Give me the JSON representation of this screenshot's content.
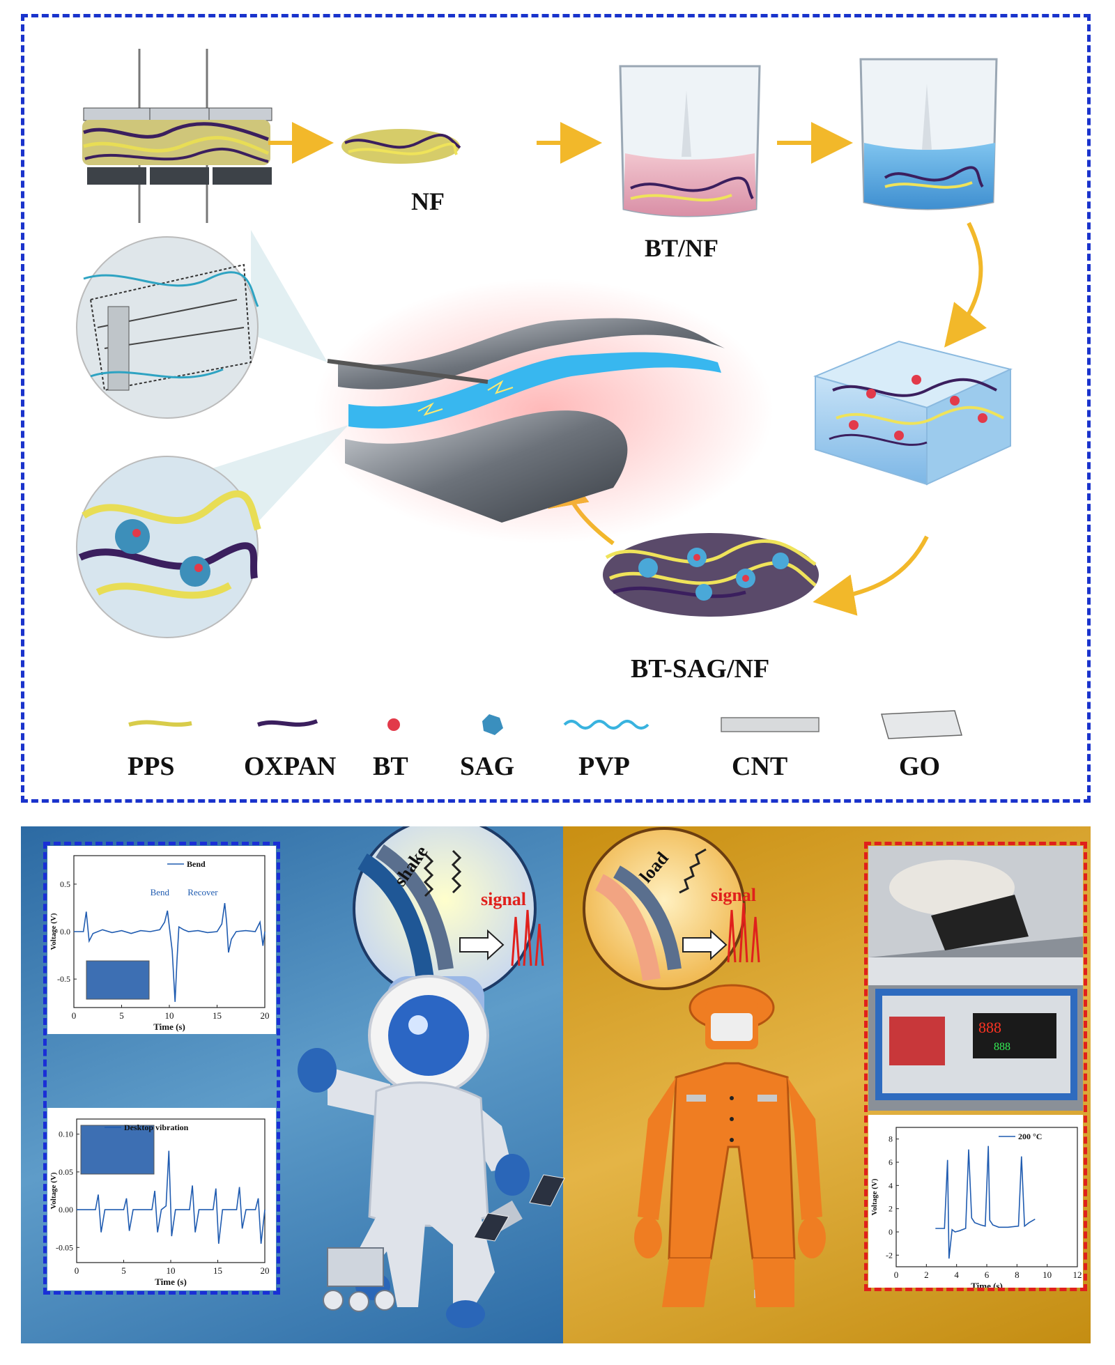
{
  "process": {
    "labels": {
      "nf": "NF",
      "bt_nf": "BT/NF",
      "bt_sag_nf": "BT-SAG/NF"
    }
  },
  "legend": [
    {
      "label": "PPS",
      "icon": "yellow-fiber-icon"
    },
    {
      "label": "OXPAN",
      "icon": "purple-fiber-icon"
    },
    {
      "label": "BT",
      "icon": "red-sphere-icon"
    },
    {
      "label": "SAG",
      "icon": "blue-gel-icon"
    },
    {
      "label": "PVP",
      "icon": "cyan-wave-icon"
    },
    {
      "label": "CNT",
      "icon": "nanotube-icon"
    },
    {
      "label": "GO",
      "icon": "graphene-sheet-icon"
    }
  ],
  "scenes": {
    "left_bubble": {
      "motion": "shake",
      "output": "signal"
    },
    "right_bubble": {
      "motion": "load",
      "output": "signal"
    }
  },
  "colors": {
    "frame_blue": "#1a33cc",
    "frame_red": "#e0201c",
    "fiber_yellow": "#d8cc4a",
    "fiber_purple": "#3b1f5e",
    "bt_red": "#e23a4a",
    "gel_blue": "#4aa8d8",
    "left_panel": "#2f6fa6",
    "right_panel": "#d19a18",
    "plot_line": "#1f5bb0",
    "signal_red": "#e0201c"
  },
  "chart_data": [
    {
      "type": "line",
      "legend": "Bend",
      "annotations": [
        "Bend",
        "Recover"
      ],
      "xlabel": "Time (s)",
      "ylabel": "Voltage (V)",
      "xlim": [
        0,
        20
      ],
      "ylim": [
        -0.8,
        0.8
      ],
      "xticks": [
        "0",
        "5",
        "10",
        "15",
        "20"
      ],
      "yticks": [
        "0.5",
        "0.0",
        "-0.5"
      ],
      "x": [
        0.0,
        1.0,
        1.3,
        1.6,
        2.0,
        3.0,
        4.0,
        5.0,
        6.0,
        7.0,
        8.0,
        9.0,
        9.5,
        9.8,
        10.0,
        10.3,
        10.6,
        10.8,
        11.0,
        11.5,
        12.0,
        13.0,
        14.0,
        15.0,
        15.5,
        15.8,
        16.0,
        16.2,
        16.5,
        17.0,
        18.0,
        19.0,
        19.5,
        19.8,
        20.0
      ],
      "y": [
        0.0,
        0.0,
        0.21,
        -0.1,
        -0.02,
        0.02,
        -0.01,
        0.01,
        -0.02,
        0.01,
        0.0,
        0.02,
        0.1,
        0.22,
        0.05,
        -0.2,
        -0.74,
        -0.3,
        0.05,
        0.02,
        0.0,
        0.01,
        -0.01,
        0.0,
        0.08,
        0.3,
        0.1,
        -0.22,
        -0.08,
        0.0,
        0.01,
        0.0,
        0.1,
        -0.15,
        0.0
      ]
    },
    {
      "type": "line",
      "legend": "Desktop vibration",
      "xlabel": "Time (s)",
      "ylabel": "Voltage (V)",
      "xlim": [
        0,
        20
      ],
      "ylim": [
        -0.07,
        0.12
      ],
      "xticks": [
        "0",
        "5",
        "10",
        "15",
        "20"
      ],
      "yticks": [
        "0.10",
        "0.05",
        "0.00",
        "-0.05"
      ],
      "x": [
        0.0,
        2.0,
        2.3,
        2.6,
        3.0,
        5.0,
        5.3,
        5.6,
        6.0,
        8.0,
        8.3,
        8.6,
        9.0,
        9.5,
        9.8,
        10.1,
        10.5,
        12.0,
        12.3,
        12.6,
        13.0,
        14.5,
        14.8,
        15.1,
        15.5,
        17.0,
        17.3,
        17.6,
        18.0,
        19.0,
        19.3,
        19.6,
        20.0
      ],
      "y": [
        0.0,
        0.0,
        0.02,
        -0.03,
        0.0,
        0.0,
        0.015,
        -0.028,
        0.0,
        0.0,
        0.025,
        -0.03,
        0.0,
        0.005,
        0.078,
        -0.035,
        0.0,
        0.0,
        0.032,
        -0.03,
        0.0,
        0.0,
        0.028,
        -0.045,
        0.0,
        0.0,
        0.03,
        -0.025,
        0.0,
        0.0,
        0.015,
        -0.045,
        0.0
      ]
    },
    {
      "type": "line",
      "legend": "200 °C",
      "xlabel": "Time (s)",
      "ylabel": "Voltage (V)",
      "xlim": [
        0,
        12
      ],
      "ylim": [
        -3,
        9
      ],
      "xticks": [
        "0",
        "2",
        "4",
        "6",
        "8",
        "10",
        "12"
      ],
      "yticks": [
        "8",
        "6",
        "4",
        "2",
        "0",
        "-2"
      ],
      "x": [
        2.6,
        3.2,
        3.4,
        3.5,
        3.7,
        3.9,
        4.2,
        4.6,
        4.8,
        5.0,
        5.2,
        5.6,
        5.9,
        6.1,
        6.2,
        6.4,
        6.8,
        7.4,
        8.1,
        8.3,
        8.5,
        8.8,
        9.2
      ],
      "y": [
        0.3,
        0.3,
        6.2,
        -2.3,
        0.2,
        0.0,
        0.1,
        0.3,
        7.1,
        1.2,
        0.8,
        0.6,
        0.5,
        7.4,
        1.0,
        0.6,
        0.4,
        0.4,
        0.5,
        6.5,
        0.5,
        0.8,
        1.1
      ]
    }
  ]
}
